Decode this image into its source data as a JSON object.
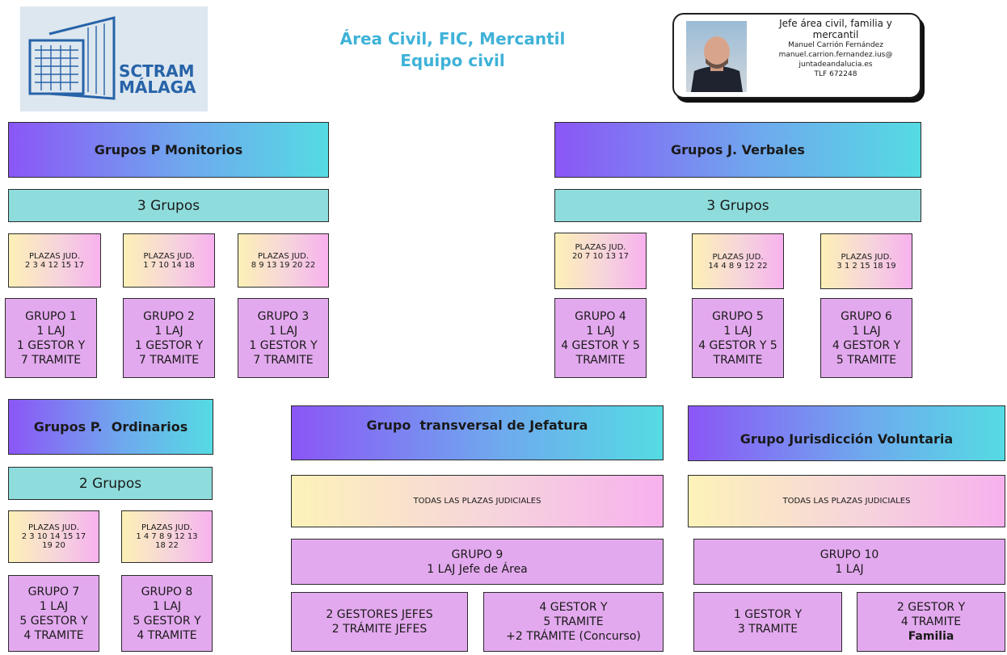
{
  "logo": {
    "line1": "SCTRAM",
    "line2": "MÁLAGA"
  },
  "title": {
    "line1": "Área Civil, FIC, Mercantil",
    "line2": "Equipo civil"
  },
  "contact": {
    "role": "Jefe área civil, familia y\nmercantil",
    "name": "Manuel Carrión Fernández",
    "email": "manuel.carrion.fernandez.ius@\njuntadeandalucia.es",
    "phone": "TLF 672248"
  },
  "monitorios": {
    "header": "Grupos P Monitorios",
    "count": "3 Grupos",
    "plazas": [
      "PLAZAS JUD.\n2 3 4 12 15 17",
      "PLAZAS JUD.\n1 7 10 14 18",
      "PLAZAS JUD.\n8 9 13 19 20 22"
    ],
    "grupos": [
      "GRUPO 1\n1 LAJ\n1 GESTOR Y\n7 TRAMITE",
      "GRUPO 2\n1 LAJ\n1 GESTOR Y\n7 TRAMITE",
      "GRUPO 3\n1 LAJ\n1 GESTOR Y\n7 TRAMITE"
    ]
  },
  "verbales": {
    "header": "Grupos J. Verbales",
    "count": "3 Grupos",
    "plazas": [
      "PLAZAS JUD.\n20 7 10 13 17",
      "PLAZAS JUD.\n14 4 8 9 12 22",
      "PLAZAS JUD.\n3 1 2 15 18 19"
    ],
    "grupos": [
      "GRUPO 4\n1 LAJ\n4 GESTOR Y 5\nTRAMITE",
      "GRUPO 5\n1 LAJ\n4 GESTOR Y 5\nTRAMITE",
      "GRUPO 6\n1 LAJ\n4 GESTOR Y\n5 TRAMITE"
    ]
  },
  "ordinarios": {
    "header": "Grupos P.  Ordinarios",
    "count": "2 Grupos",
    "plazas": [
      "PLAZAS JUD.\n2 3 10 14 15 17\n19 20",
      "PLAZAS JUD.\n1 4 7 8 9 12 13\n18 22"
    ],
    "grupos": [
      "GRUPO 7\n1 LAJ\n5 GESTOR Y\n4 TRAMITE",
      "GRUPO 8\n1 LAJ\n5 GESTOR Y\n4 TRAMITE"
    ]
  },
  "transversal": {
    "header": "Grupo  transversal de Jefatura",
    "plazas": "TODAS LAS PLAZAS JUDICIALES",
    "grupo": "GRUPO 9\n1 LAJ Jefe de Área",
    "sub1": "2 GESTORES JEFES\n2 TRÁMITE JEFES",
    "sub2": "4 GESTOR Y\n5 TRAMITE\n+2 TRÁMITE (Concurso)"
  },
  "voluntaria": {
    "header": "Grupo Jurisdicción Voluntaria",
    "plazas": "TODAS LAS PLAZAS JUDICIALES",
    "grupo": "GRUPO 10\n1 LAJ",
    "sub1": "1 GESTOR Y\n3 TRAMITE",
    "sub2": "2 GESTOR Y\n4 TRAMITE",
    "sub2_bold": "Familia"
  }
}
